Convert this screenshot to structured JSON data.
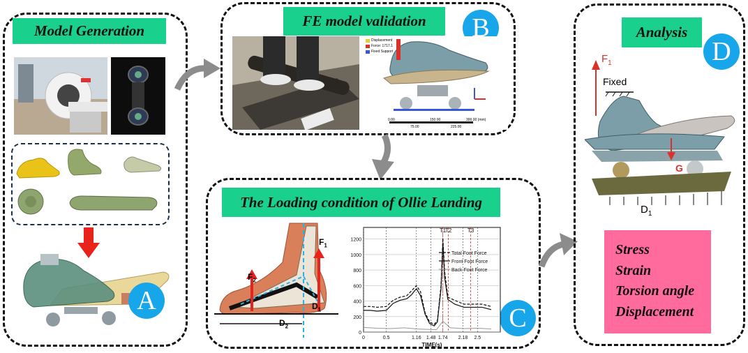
{
  "panels": {
    "a": {
      "title": "Model Generation",
      "badge": "A"
    },
    "b": {
      "title": "FE model validation",
      "badge": "B"
    },
    "c": {
      "title": "The Loading condition of Ollie Landing",
      "badge": "C"
    },
    "d": {
      "title": "Analysis",
      "badge": "D"
    }
  },
  "validation_legend": [
    "Displacement",
    "Force: 1717.1",
    "Fixed Support"
  ],
  "validation_scale": [
    "0.00",
    "150.00",
    "300.00 (mm)",
    "75.00",
    "225.00"
  ],
  "foot_labels": {
    "f1": "F",
    "f1_sub": "1",
    "f2": "F",
    "f2_sub": "2",
    "d1": "D",
    "d1_sub": "1",
    "d2": "D",
    "d2_sub": "2"
  },
  "chart_data": {
    "type": "line",
    "xlabel": "TIME(s)",
    "x_ticks": [
      "0",
      "0.5",
      "1.16",
      "1.48",
      "1.74",
      "2.18",
      "2.5"
    ],
    "y_ticks": [
      "0",
      "200",
      "400",
      "600",
      "800",
      "1000",
      "1200"
    ],
    "ylim": [
      0,
      1350
    ],
    "xlim": [
      0,
      3.0
    ],
    "markers": [
      "T1",
      "T2",
      "T3"
    ],
    "series": [
      {
        "name": "Total Foot Force",
        "style": "dashed",
        "x": [
          0,
          0.15,
          0.3,
          0.5,
          0.65,
          0.8,
          0.95,
          1.05,
          1.16,
          1.25,
          1.35,
          1.45,
          1.55,
          1.62,
          1.7,
          1.74,
          1.78,
          1.85,
          2.0,
          2.2,
          2.4,
          2.6,
          2.8
        ],
        "y": [
          330,
          330,
          320,
          330,
          410,
          450,
          470,
          530,
          600,
          520,
          250,
          130,
          100,
          150,
          600,
          1210,
          780,
          450,
          410,
          360,
          360,
          360,
          330
        ]
      },
      {
        "name": "Front Foot Force",
        "style": "solid",
        "x": [
          0,
          0.15,
          0.3,
          0.5,
          0.65,
          0.8,
          0.95,
          1.05,
          1.16,
          1.25,
          1.35,
          1.45,
          1.55,
          1.62,
          1.7,
          1.74,
          1.78,
          1.85,
          2.0,
          2.2,
          2.4,
          2.6,
          2.8
        ],
        "y": [
          280,
          280,
          270,
          280,
          370,
          410,
          430,
          480,
          560,
          470,
          230,
          110,
          80,
          130,
          560,
          1150,
          700,
          420,
          360,
          320,
          320,
          320,
          290
        ]
      },
      {
        "name": "Back Foot Force",
        "style": "grey",
        "x": [
          0,
          0.3,
          0.6,
          0.9,
          1.16,
          1.4,
          1.6,
          1.74,
          1.9,
          2.2,
          2.5,
          2.8
        ],
        "y": [
          60,
          50,
          45,
          55,
          40,
          35,
          30,
          140,
          55,
          45,
          50,
          40
        ]
      }
    ]
  },
  "analysis_labels": {
    "f1": "F",
    "f1_sub": "1",
    "fixed": "Fixed",
    "g": "G",
    "d1": "D",
    "d1_sub": "1"
  },
  "outputs": [
    "Stress",
    "Strain",
    "Torsion angle",
    "Displacement"
  ]
}
